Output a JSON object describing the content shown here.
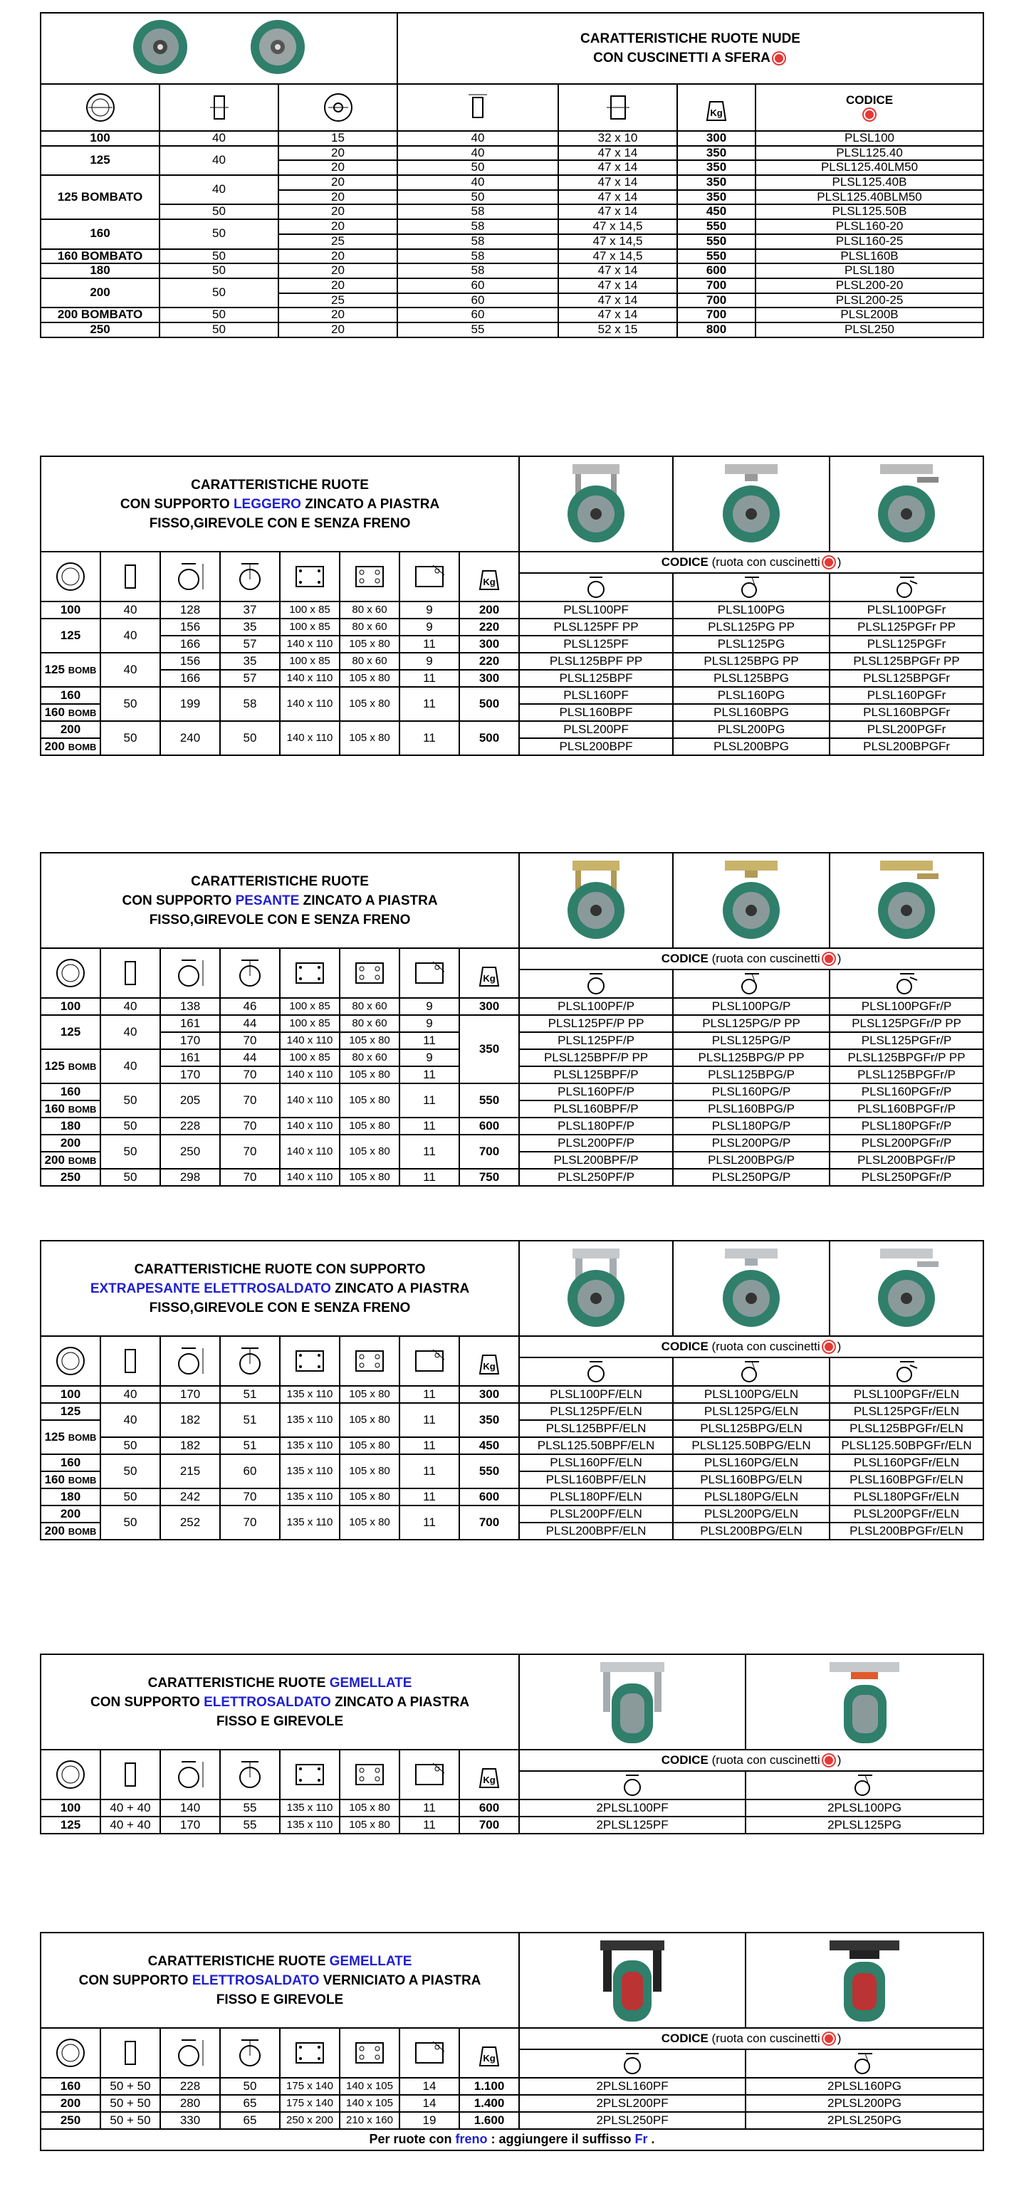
{
  "colors": {
    "accent_blue": "#1f1fcf",
    "bearing_red": "#e53935",
    "wheel_green": "#2f7f6b"
  },
  "icons": [
    "wheel-diameter-icon",
    "wheel-width-icon",
    "hub-bore-icon",
    "hub-length-icon",
    "bearing-dim-icon",
    "load-weight-icon",
    "total-height-icon",
    "offset-icon",
    "plate-size-icon",
    "hole-center-icon",
    "hole-diameter-icon",
    "fixed-caster-icon",
    "swivel-caster-icon",
    "swivel-brake-caster-icon",
    "bearing-icon"
  ],
  "kg": "Kg",
  "s1": {
    "title": "CARATTERISTICHE RUOTE NUDE",
    "title2": "CON CUSCINETTI A SFERA",
    "codice": "CODICE",
    "rows": [
      [
        "100",
        "40",
        "15",
        "40",
        "32 x 10",
        "300",
        "PLSL100"
      ],
      [
        "125",
        "40",
        "20",
        "40",
        "47 x 14",
        "350",
        "PLSL125.40"
      ],
      [
        "",
        "",
        "20",
        "50",
        "47 x 14",
        "350",
        "PLSL125.40LM50"
      ],
      [
        "125 BOMBATO",
        "40",
        "20",
        "40",
        "47 x 14",
        "350",
        "PLSL125.40B"
      ],
      [
        "",
        "",
        "20",
        "50",
        "47 x 14",
        "350",
        "PLSL125.40BLM50"
      ],
      [
        "",
        "50",
        "20",
        "58",
        "47 x 14",
        "450",
        "PLSL125.50B"
      ],
      [
        "160",
        "50",
        "20",
        "58",
        "47 x 14,5",
        "550",
        "PLSL160-20"
      ],
      [
        "",
        "",
        "25",
        "58",
        "47 x 14,5",
        "550",
        "PLSL160-25"
      ],
      [
        "160 BOMBATO",
        "50",
        "20",
        "58",
        "47 x 14,5",
        "550",
        "PLSL160B"
      ],
      [
        "180",
        "50",
        "20",
        "58",
        "47 x 14",
        "600",
        "PLSL180"
      ],
      [
        "200",
        "50",
        "20",
        "60",
        "47 x 14",
        "700",
        "PLSL200-20"
      ],
      [
        "",
        "",
        "25",
        "60",
        "47 x 14",
        "700",
        "PLSL200-25"
      ],
      [
        "200 BOMBATO",
        "50",
        "20",
        "60",
        "47 x 14",
        "700",
        "PLSL200B"
      ],
      [
        "250",
        "50",
        "20",
        "55",
        "52 x 15",
        "800",
        "PLSL250"
      ]
    ]
  },
  "codice_label": "CODICE",
  "codice_note": "(ruota con cuscinetti",
  "codice_close": ")",
  "s2": {
    "title_a": "CARATTERISTICHE RUOTE",
    "title_b1": "CON SUPPORTO ",
    "title_b2": "LEGGERO",
    "title_b3": " ZINCATO A PIASTRA",
    "title_c": "FISSO,GIREVOLE CON E SENZA FRENO",
    "rows": [
      [
        "100",
        "40",
        "128",
        "37",
        "100 x 85",
        "80 x 60",
        "9",
        "200",
        "PLSL100PF",
        "PLSL100PG",
        "PLSL100PGFr"
      ],
      [
        "125",
        "40",
        "156",
        "35",
        "100 x 85",
        "80 x 60",
        "9",
        "220",
        "PLSL125PF PP",
        "PLSL125PG PP",
        "PLSL125PGFr PP"
      ],
      [
        "",
        "",
        "166",
        "57",
        "140 x 110",
        "105 x 80",
        "11",
        "300",
        "PLSL125PF",
        "PLSL125PG",
        "PLSL125PGFr"
      ],
      [
        "125",
        "40",
        "156",
        "35",
        "100 x 85",
        "80 x 60",
        "9",
        "220",
        "PLSL125BPF PP",
        "PLSL125BPG PP",
        "PLSL125BPGFr PP"
      ],
      [
        "",
        "",
        "166",
        "57",
        "140 x 110",
        "105 x 80",
        "11",
        "300",
        "PLSL125BPF",
        "PLSL125BPG",
        "PLSL125BPGFr"
      ],
      [
        "160",
        "50",
        "199",
        "58",
        "140 x 110",
        "105 x 80",
        "11",
        "500",
        "PLSL160PF",
        "PLSL160PG",
        "PLSL160PGFr"
      ],
      [
        "160",
        "",
        "",
        "",
        "",
        "",
        "",
        "",
        "PLSL160BPF",
        "PLSL160BPG",
        "PLSL160BPGFr"
      ],
      [
        "200",
        "50",
        "240",
        "50",
        "140 x 110",
        "105 x 80",
        "11",
        "500",
        "PLSL200PF",
        "PLSL200PG",
        "PLSL200PGFr"
      ],
      [
        "200",
        "",
        "",
        "",
        "",
        "",
        "",
        "",
        "PLSL200BPF",
        "PLSL200BPG",
        "PLSL200BPGFr"
      ]
    ]
  },
  "bomb": "BOMB",
  "s3": {
    "title_a": "CARATTERISTICHE RUOTE",
    "title_b1": "CON SUPPORTO ",
    "title_b2": "PESANTE",
    "title_b3": " ZINCATO A PIASTRA",
    "title_c": "FISSO,GIREVOLE CON E SENZA FRENO",
    "rows": [
      [
        "100",
        "40",
        "138",
        "46",
        "100 x 85",
        "80 x 60",
        "9",
        "300",
        "PLSL100PF/P",
        "PLSL100PG/P",
        "PLSL100PGFr/P"
      ],
      [
        "125",
        "40",
        "161",
        "44",
        "100 x 85",
        "80 x 60",
        "9",
        "350",
        "PLSL125PF/P PP",
        "PLSL125PG/P PP",
        "PLSL125PGFr/P PP"
      ],
      [
        "",
        "",
        "170",
        "70",
        "140 x 110",
        "105 x 80",
        "11",
        "",
        "PLSL125PF/P",
        "PLSL125PG/P",
        "PLSL125PGFr/P"
      ],
      [
        "125",
        "40",
        "161",
        "44",
        "100 x 85",
        "80 x 60",
        "9",
        "",
        "PLSL125BPF/P PP",
        "PLSL125BPG/P PP",
        "PLSL125BPGFr/P PP"
      ],
      [
        "",
        "",
        "170",
        "70",
        "140 x 110",
        "105 x 80",
        "11",
        "",
        "PLSL125BPF/P",
        "PLSL125BPG/P",
        "PLSL125BPGFr/P"
      ],
      [
        "160",
        "50",
        "205",
        "70",
        "140 x 110",
        "105 x 80",
        "11",
        "550",
        "PLSL160PF/P",
        "PLSL160PG/P",
        "PLSL160PGFr/P"
      ],
      [
        "160",
        "",
        "",
        "",
        "",
        "",
        "",
        "",
        "PLSL160BPF/P",
        "PLSL160BPG/P",
        "PLSL160BPGFr/P"
      ],
      [
        "180",
        "50",
        "228",
        "70",
        "140 x 110",
        "105 x 80",
        "11",
        "600",
        "PLSL180PF/P",
        "PLSL180PG/P",
        "PLSL180PGFr/P"
      ],
      [
        "200",
        "50",
        "250",
        "70",
        "140 x 110",
        "105 x 80",
        "11",
        "700",
        "PLSL200PF/P",
        "PLSL200PG/P",
        "PLSL200PGFr/P"
      ],
      [
        "200",
        "",
        "",
        "",
        "",
        "",
        "",
        "",
        "PLSL200BPF/P",
        "PLSL200BPG/P",
        "PLSL200BPGFr/P"
      ],
      [
        "250",
        "50",
        "298",
        "70",
        "140 x 110",
        "105 x 80",
        "11",
        "750",
        "PLSL250PF/P",
        "PLSL250PG/P",
        "PLSL250PGFr/P"
      ]
    ]
  },
  "s4": {
    "title_a": "CARATTERISTICHE RUOTE CON SUPPORTO",
    "title_b1": "EXTRAPESANTE ELETTROSALDATO",
    "title_b2": " ZINCATO A PIASTRA",
    "title_c": "FISSO,GIREVOLE CON E SENZA FRENO",
    "rows": [
      [
        "100",
        "40",
        "170",
        "51",
        "135 x 110",
        "105 x 80",
        "11",
        "300",
        "PLSL100PF/ELN",
        "PLSL100PG/ELN",
        "PLSL100PGFr/ELN"
      ],
      [
        "125",
        "40",
        "182",
        "51",
        "135 x 110",
        "105 x 80",
        "11",
        "350",
        "PLSL125PF/ELN",
        "PLSL125PG/ELN",
        "PLSL125PGFr/ELN"
      ],
      [
        "125",
        "",
        "",
        "",
        "",
        "",
        "",
        "",
        "PLSL125BPF/ELN",
        "PLSL125BPG/ELN",
        "PLSL125BPGFr/ELN"
      ],
      [
        "",
        "50",
        "182",
        "51",
        "135 x 110",
        "105 x 80",
        "11",
        "450",
        "PLSL125.50BPF/ELN",
        "PLSL125.50BPG/ELN",
        "PLSL125.50BPGFr/ELN"
      ],
      [
        "160",
        "50",
        "215",
        "60",
        "135 x 110",
        "105 x 80",
        "11",
        "550",
        "PLSL160PF/ELN",
        "PLSL160PG/ELN",
        "PLSL160PGFr/ELN"
      ],
      [
        "160",
        "",
        "",
        "",
        "",
        "",
        "",
        "",
        "PLSL160BPF/ELN",
        "PLSL160BPG/ELN",
        "PLSL160BPGFr/ELN"
      ],
      [
        "180",
        "50",
        "242",
        "70",
        "135 x 110",
        "105 x 80",
        "11",
        "600",
        "PLSL180PF/ELN",
        "PLSL180PG/ELN",
        "PLSL180PGFr/ELN"
      ],
      [
        "200",
        "50",
        "252",
        "70",
        "135 x 110",
        "105 x 80",
        "11",
        "700",
        "PLSL200PF/ELN",
        "PLSL200PG/ELN",
        "PLSL200PGFr/ELN"
      ],
      [
        "200",
        "",
        "",
        "",
        "",
        "",
        "",
        "",
        "PLSL200BPF/ELN",
        "PLSL200BPG/ELN",
        "PLSL200BPGFr/ELN"
      ]
    ]
  },
  "s5": {
    "title_a1": "CARATTERISTICHE RUOTE ",
    "title_a2": "GEMELLATE",
    "title_b1": "CON SUPPORTO ",
    "title_b2": "ELETTROSALDATO",
    "title_b3": " ZINCATO A PIASTRA",
    "title_c": "FISSO E GIREVOLE",
    "rows": [
      [
        "100",
        "40 + 40",
        "140",
        "55",
        "135 x 110",
        "105 x 80",
        "11",
        "600",
        "2PLSL100PF",
        "2PLSL100PG"
      ],
      [
        "125",
        "40 + 40",
        "170",
        "55",
        "135 x 110",
        "105 x 80",
        "11",
        "700",
        "2PLSL125PF",
        "2PLSL125PG"
      ]
    ]
  },
  "s6": {
    "title_a1": "CARATTERISTICHE RUOTE ",
    "title_a2": "GEMELLATE",
    "title_b1": "CON SUPPORTO ",
    "title_b2": "ELETTROSALDATO",
    "title_b3": " VERNICIATO A PIASTRA",
    "title_c": "FISSO E GIREVOLE",
    "rows": [
      [
        "160",
        "50 + 50",
        "228",
        "50",
        "175 x 140",
        "140 x 105",
        "14",
        "1.100",
        "2PLSL160PF",
        "2PLSL160PG"
      ],
      [
        "200",
        "50 + 50",
        "280",
        "65",
        "175 x 140",
        "140 x 105",
        "14",
        "1.400",
        "2PLSL200PF",
        "2PLSL200PG"
      ],
      [
        "250",
        "50 + 50",
        "330",
        "65",
        "250 x 200",
        "210 x 160",
        "19",
        "1.600",
        "2PLSL250PF",
        "2PLSL250PG"
      ]
    ],
    "foot_a": "Per ruote con ",
    "foot_b": "freno",
    "foot_c": " : aggiungere il suffisso ",
    "foot_d": "Fr",
    "foot_e": " ."
  }
}
